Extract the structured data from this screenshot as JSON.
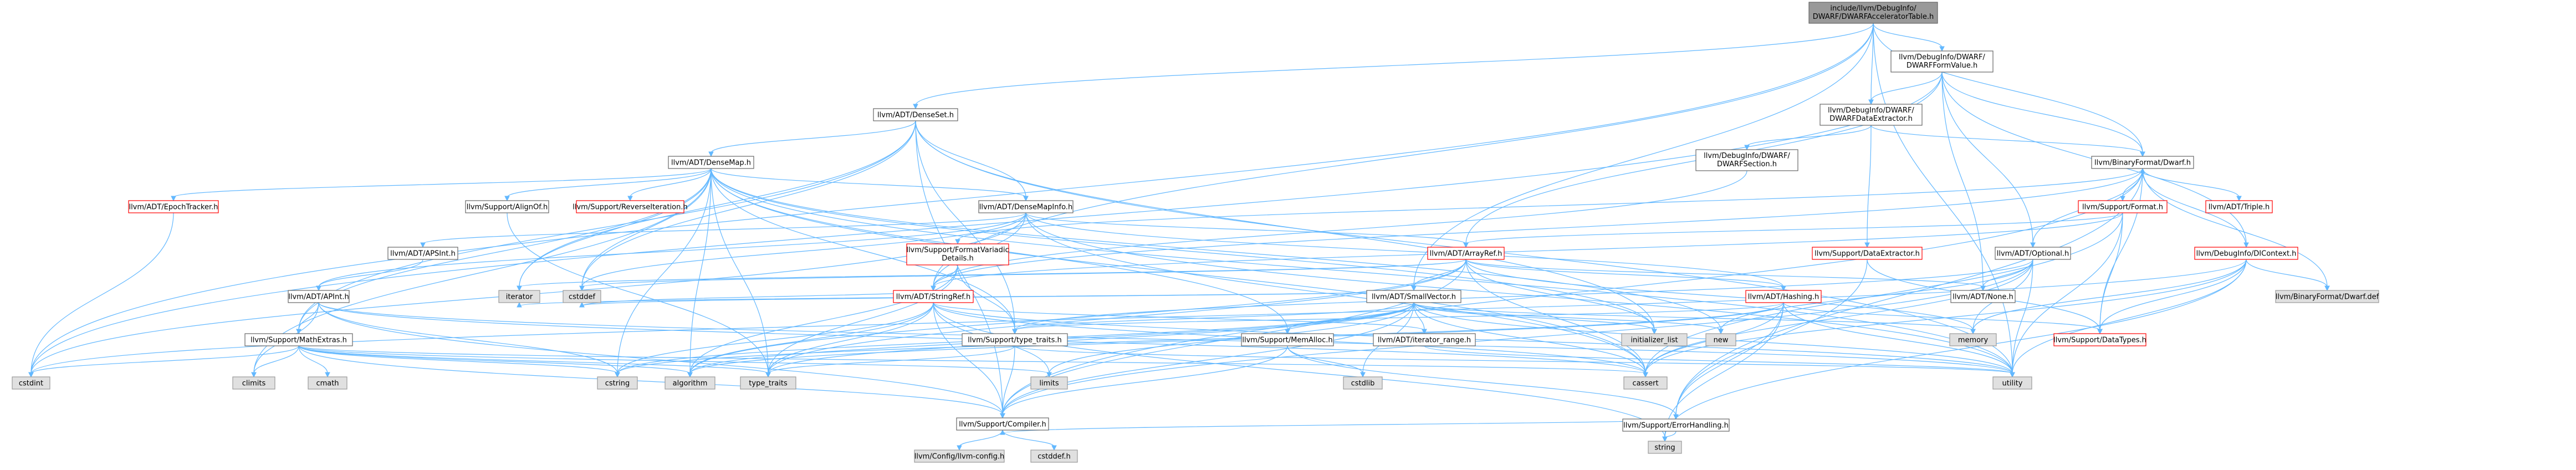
{
  "nodes": {
    "root": [
      "include/llvm/DebugInfo/",
      "DWARF/DWARFAcceleratorTable.h"
    ],
    "dwarfformvalue": [
      "llvm/DebugInfo/DWARF/",
      "DWARFFormValue.h"
    ],
    "densset": [
      "llvm/ADT/DenseSet.h"
    ],
    "dataextractor_dwarf": [
      "llvm/DebugInfo/DWARF/",
      "DWARFDataExtractor.h"
    ],
    "densemap": [
      "llvm/ADT/DenseMap.h"
    ],
    "binaryformat_dwarf": [
      "llvm/BinaryFormat/Dwarf.h"
    ],
    "dwarfsection": [
      "llvm/DebugInfo/DWARF/",
      "DWARFSection.h"
    ],
    "epochtracker": [
      "llvm/ADT/EpochTracker.h"
    ],
    "alignof": [
      "llvm/Support/AlignOf.h"
    ],
    "reverseiteration": [
      "llvm/Support/ReverseIteration.h"
    ],
    "densemapinfo": [
      "llvm/ADT/DenseMapInfo.h"
    ],
    "support_format": [
      "llvm/Support/Format.h"
    ],
    "triple": [
      "llvm/ADT/Triple.h"
    ],
    "apsint": [
      "llvm/ADT/APSInt.h"
    ],
    "formatvariadic": [
      "llvm/Support/FormatVariadic",
      "Details.h"
    ],
    "arrayref": [
      "llvm/ADT/ArrayRef.h"
    ],
    "support_dataextractor": [
      "llvm/Support/DataExtractor.h"
    ],
    "optional": [
      "llvm/ADT/Optional.h"
    ],
    "dicontext": [
      "llvm/DebugInfo/DIContext.h"
    ],
    "apint": [
      "llvm/ADT/APInt.h"
    ],
    "stringref": [
      "llvm/ADT/StringRef.h"
    ],
    "smallvector": [
      "llvm/ADT/SmallVector.h"
    ],
    "hashing": [
      "llvm/ADT/Hashing.h"
    ],
    "none": [
      "llvm/ADT/None.h"
    ],
    "dwarf_def": [
      "llvm/BinaryFormat/Dwarf.def"
    ],
    "mathextras": [
      "llvm/Support/MathExtras.h"
    ],
    "iterator": [
      "iterator"
    ],
    "cstddef": [
      "cstddef"
    ],
    "type_traits_h": [
      "llvm/Support/type_traits.h"
    ],
    "memalloc": [
      "llvm/Support/MemAlloc.h"
    ],
    "iterator_range": [
      "llvm/ADT/iterator_range.h"
    ],
    "initializer_list": [
      "initializer_list"
    ],
    "new": [
      "new"
    ],
    "memory": [
      "memory"
    ],
    "datatypes": [
      "llvm/Support/DataTypes.h"
    ],
    "climits": [
      "climits"
    ],
    "cmath": [
      "cmath"
    ],
    "cstdint": [
      "cstdint"
    ],
    "cstring": [
      "cstring"
    ],
    "algorithm": [
      "algorithm"
    ],
    "type_traits": [
      "type_traits"
    ],
    "limits": [
      "limits"
    ],
    "cstdlib": [
      "cstdlib"
    ],
    "cassert": [
      "cassert"
    ],
    "errorhandling": [
      "llvm/Support/ErrorHandling.h"
    ],
    "utility": [
      "utility"
    ],
    "string": [
      "string"
    ],
    "compiler": [
      "llvm/Support/Compiler.h"
    ],
    "llvm_config": [
      "llvm/Config/llvm-config.h"
    ],
    "cstddef_h": [
      "cstddef.h"
    ]
  }
}
